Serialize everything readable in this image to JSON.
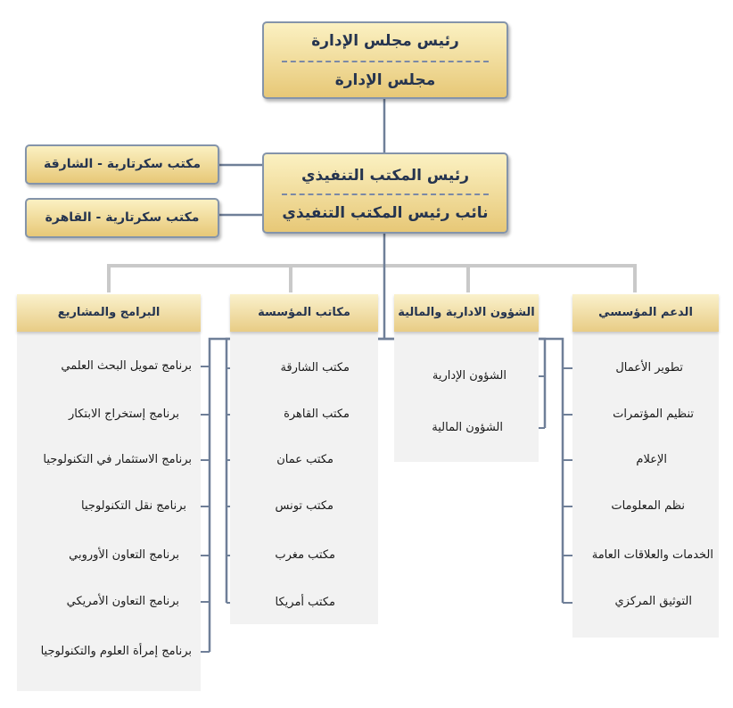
{
  "board": {
    "line1": "رئيس مجلس الإدارة",
    "line2": "مجلس الإدارة"
  },
  "executive": {
    "line1": "رئيس المكتب التنفيذي",
    "line2": "نائب رئيس المكتب التنفيذي"
  },
  "secretariats": [
    "مكتب سكرتارية - الشارقة",
    "مكتب سكرتارية - القاهرة"
  ],
  "departments": [
    {
      "title": "البرامج والمشاريع",
      "items": [
        "برنامج تمويل البحث العلمي",
        "برنامج إستخراج الابتكار",
        "برنامج الاستثمار في التكنولوجيا",
        "برنامج نقل التكنولوجيا",
        "برنامج التعاون الأوروبي",
        "برنامج التعاون الأمريكي",
        "برنامج إمرأة العلوم والتكنولوجيا"
      ]
    },
    {
      "title": "مكاتب المؤسسة",
      "items": [
        "مكتب الشارقة",
        "مكتب القاهرة",
        "مكتب عمان",
        "مكتب تونس",
        "مكتب مغرب",
        "مكتب أمريكا"
      ]
    },
    {
      "title": "الشؤون الادارية والمالية",
      "items": [
        "الشؤون الإدارية",
        "الشؤون المالية"
      ]
    },
    {
      "title": "الدعم المؤسسي",
      "items": [
        "تطوير الأعمال",
        "تنظيم المؤتمرات",
        "الإعلام",
        "نظم المعلومات",
        "الخدمات والعلاقات العامة",
        "التوثيق المركزي"
      ]
    }
  ],
  "colors": {
    "box_top": "#fbf1c2",
    "box_bottom": "#e7c877",
    "box_border": "#8494aa",
    "text": "#25344f",
    "trunk": "#6f7f98",
    "branch": "#c9c9c9",
    "panel": "#f2f2f2"
  }
}
